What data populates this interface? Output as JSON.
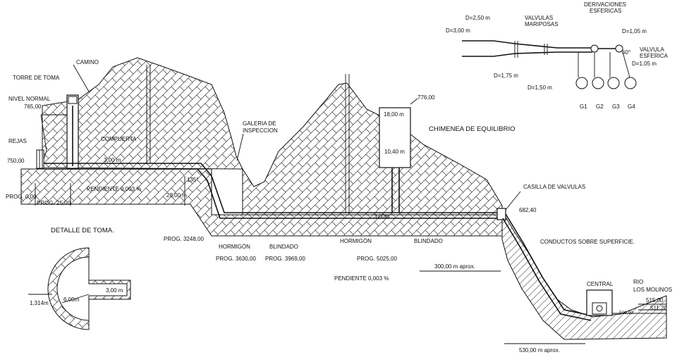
{
  "labels": {
    "camino": "CAMINO",
    "torre_de_toma": "TORRE DE TOMA",
    "nivel_normal": "NIVEL NORMAL",
    "nivel_normal_elev": "765,00",
    "rejas": "REJAS",
    "elev_750": "750,00",
    "compuerta": "COMPUERTA",
    "galeria_1": "GALERIA DE",
    "galeria_2": "INSPECCION",
    "dim_3m_left": "3,00 m",
    "angle_135": "135°",
    "pendiente_left": "PENDIENTE 0,003 %",
    "prog_0": "PROG. 0,00",
    "prog_25": "PROG. 25,00",
    "dim_28m": "28,00 m",
    "prog_3248": "PROG. 3248,00",
    "hormigon_1": "HORMIGÓN",
    "blindado_1": "BLINDADO",
    "prog_3630": "PROG. 3630,00",
    "prog_3969": "PROG. 3969,00",
    "hormigon_2": "HORMIGÓN",
    "blindado_2": "BLINDADO",
    "prog_5025": "PROG. 5025,00",
    "pendiente_mid": "PENDIENTE 0,003 %",
    "dim_3m_mid": "3,00m",
    "elev_776": "776,00",
    "chimenea": "CHIMENEA DE EQUILIBRIO",
    "dim_18m": "18,00 m",
    "dim_1040": "10,40 m",
    "casilla": "CASILLA DE VALVULAS",
    "elev_682": "682,40",
    "conductos": "CONDUCTOS SOBRE SUPERFICIE.",
    "dim_300m": "300,00 m aprox.",
    "central": "CENTRAL",
    "rio_1": "RIO",
    "rio_2": "LOS MOLINOS",
    "elev_515": "515,00",
    "elev_511": "511,20",
    "elev_509": "509,00",
    "dim_530m": "530,00 m aprox.",
    "detalle_title": "DETALLE DE TOMA.",
    "detalle_1314": "1,314m",
    "detalle_6m": "6,00m",
    "detalle_3m": "3,00 m",
    "d_250": "D=2,50 m",
    "d_300": "D=3,00 m",
    "d_175": "D=1,75 m",
    "d_150": "D=1,50 m",
    "d_105a": "D=1,05 m",
    "d_105b": "D=1,05 m",
    "valvulas_1": "VALVULAS",
    "valvulas_2": "MARIPOSAS",
    "deriv_1": "DERIVACIONES",
    "deriv_2": "ESFERICAS",
    "valv_esf_1": "VALVULA",
    "valv_esf_2": "ESFERICA",
    "angle_60": "60°",
    "g1": "G1",
    "g2": "G2",
    "g3": "G3",
    "g4": "G4"
  }
}
